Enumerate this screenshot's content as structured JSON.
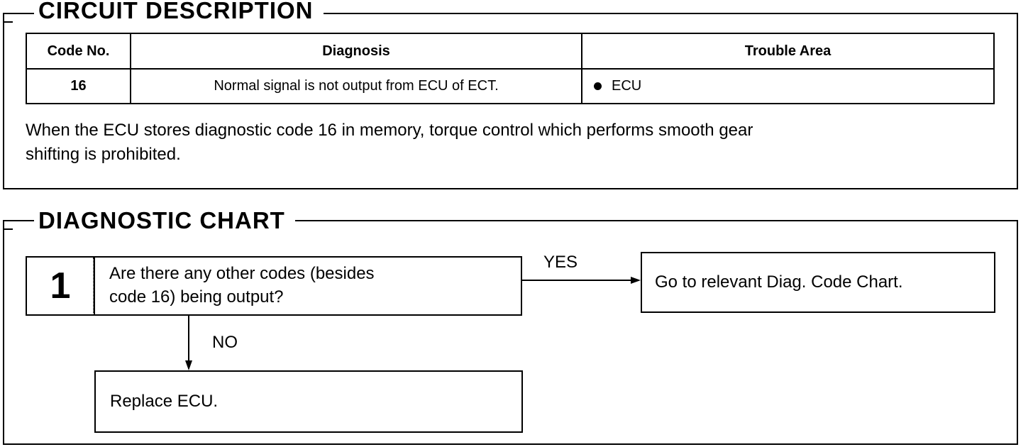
{
  "circuit": {
    "title": "CIRCUIT DESCRIPTION",
    "table": {
      "headers": [
        "Code No.",
        "Diagnosis",
        "Trouble Area"
      ],
      "row": {
        "code": "16",
        "diagnosis": "Normal signal is not output from ECU of ECT.",
        "area": "ECU"
      }
    },
    "description_line1": "When the ECU stores diagnostic code 16 in memory, torque control which performs smooth gear",
    "description_line2": "shifting is prohibited."
  },
  "chart": {
    "title": "DIAGNOSTIC CHART",
    "step": "1",
    "question_line1": "Are there any other codes (besides",
    "question_line2": "code 16) being output?",
    "yes_label": "YES",
    "yes_action": "Go to relevant Diag. Code Chart.",
    "no_label": "NO",
    "no_action": "Replace ECU."
  }
}
